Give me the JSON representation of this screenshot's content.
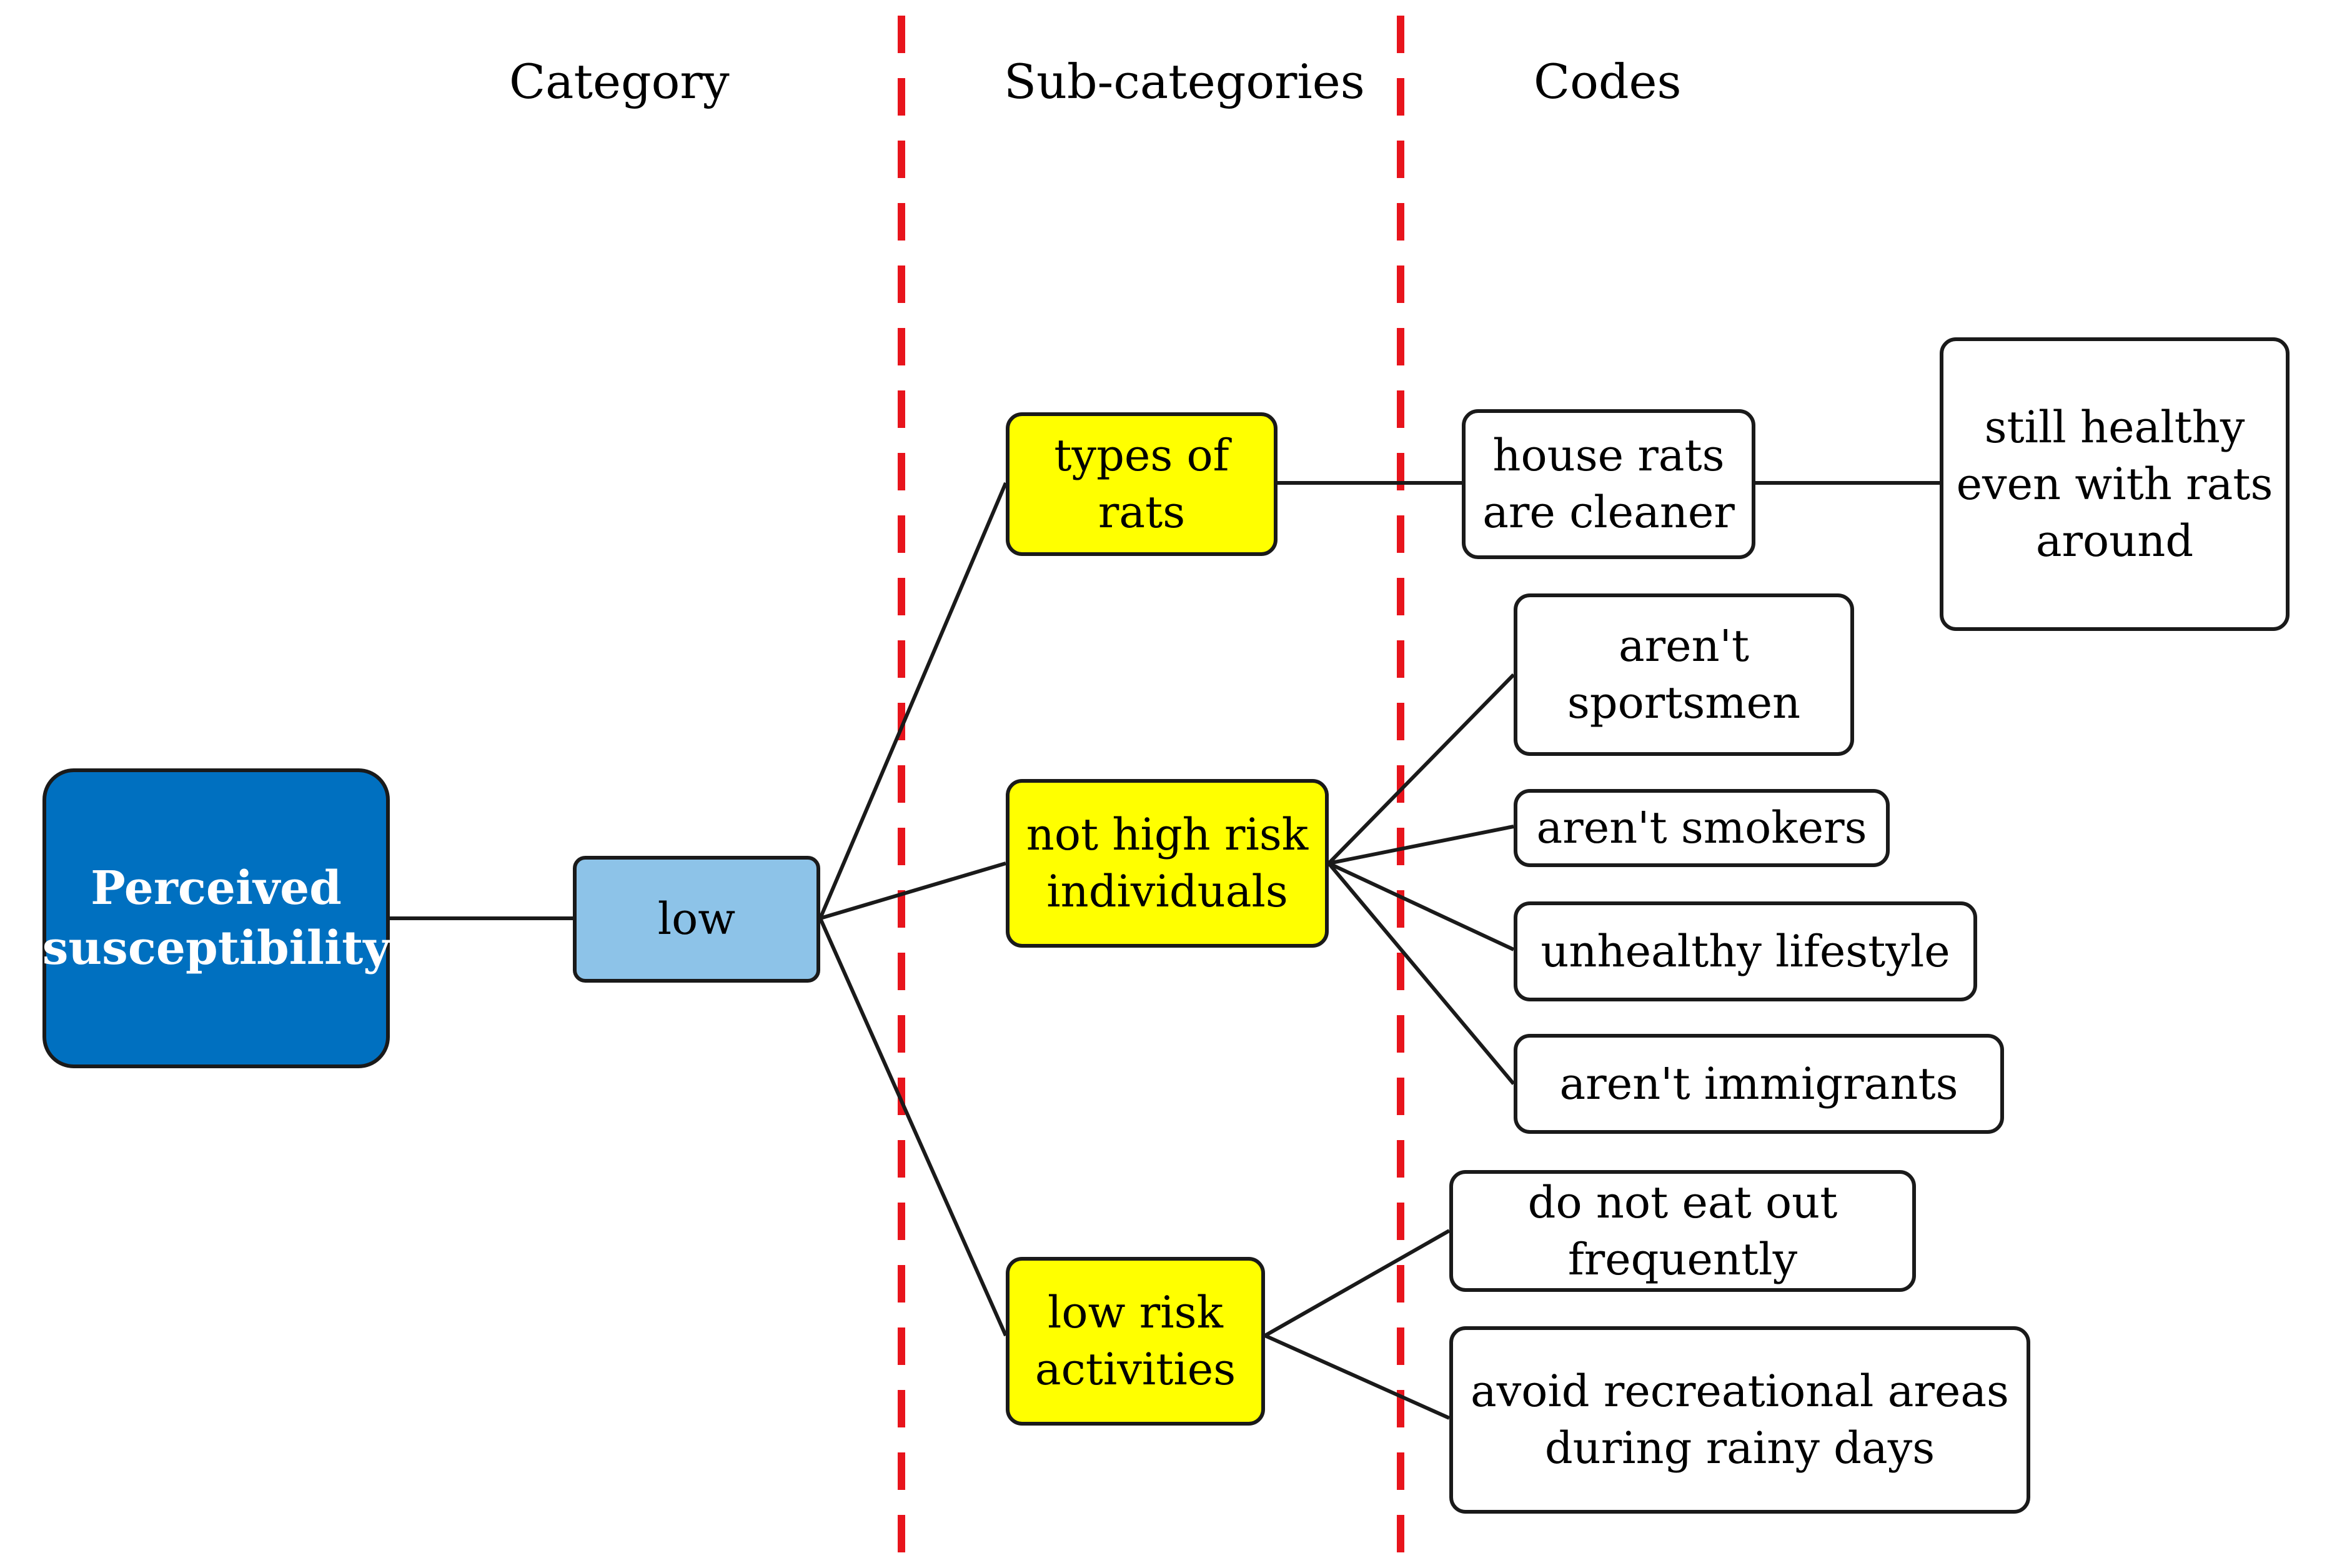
{
  "headers": {
    "category": "Category",
    "subcategories": "Sub-categories",
    "codes": "Codes"
  },
  "colors": {
    "root_fill": "#0070c0",
    "low_fill": "#8dc3e8",
    "sub_fill": "#ffff00",
    "code_fill": "#ffffff",
    "divider": "#e8141c",
    "line": "#1a1a1a"
  },
  "nodes": {
    "root": "Perceived susceptibility",
    "low": "low",
    "sub_types_of_rats": "types of rats",
    "sub_not_high_risk": "not high risk individuals",
    "sub_low_risk_activities": "low risk activities",
    "code_house_rats": "house rats are cleaner",
    "code_still_healthy": "still healthy even with rats around",
    "code_arent_sportsmen": "aren't sportsmen",
    "code_arent_smokers": "aren't smokers",
    "code_unhealthy_lifestyle": "unhealthy lifestyle",
    "code_arent_immigrants": "aren't immigrants",
    "code_do_not_eat_out": "do not eat out frequently",
    "code_avoid_recreational": "avoid recreational areas during rainy days"
  }
}
